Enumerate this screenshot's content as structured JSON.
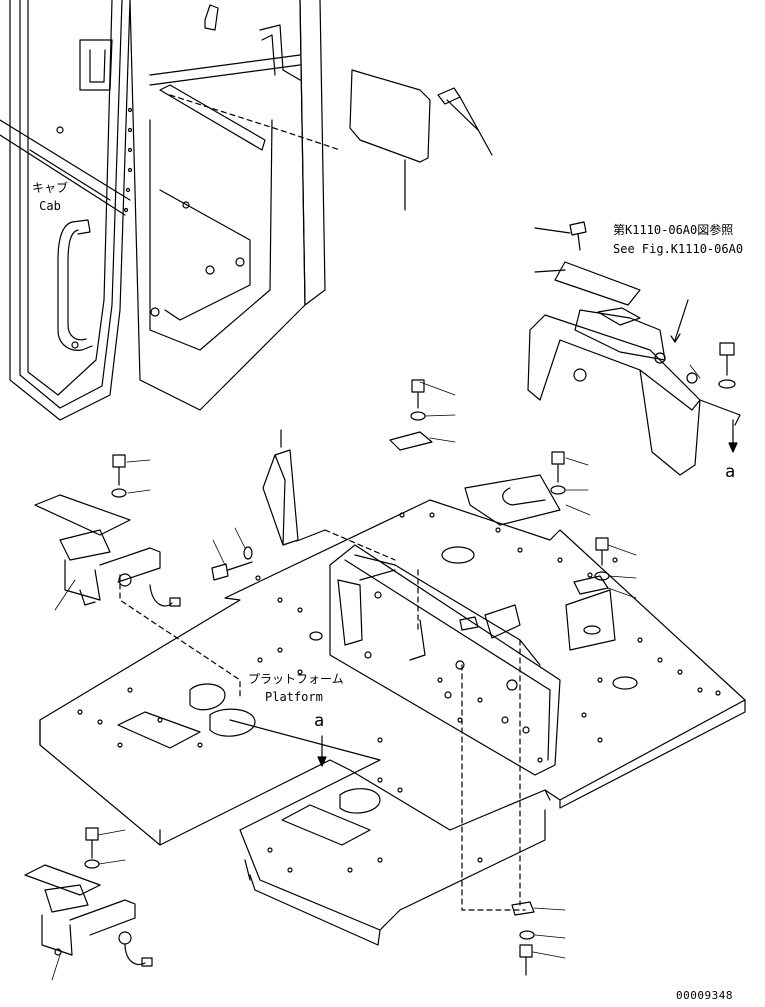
{
  "labels": {
    "cab_ja": "キャブ",
    "cab_en": "Cab",
    "platform_ja": "プラットフォーム",
    "platform_en": "Platform",
    "ref_ja": "第K1110-06A0図参照",
    "ref_en": "See Fig.K1110-06A0",
    "arrow_a_top": "a",
    "arrow_a_mid": "a",
    "drawing_number": "00009348"
  }
}
